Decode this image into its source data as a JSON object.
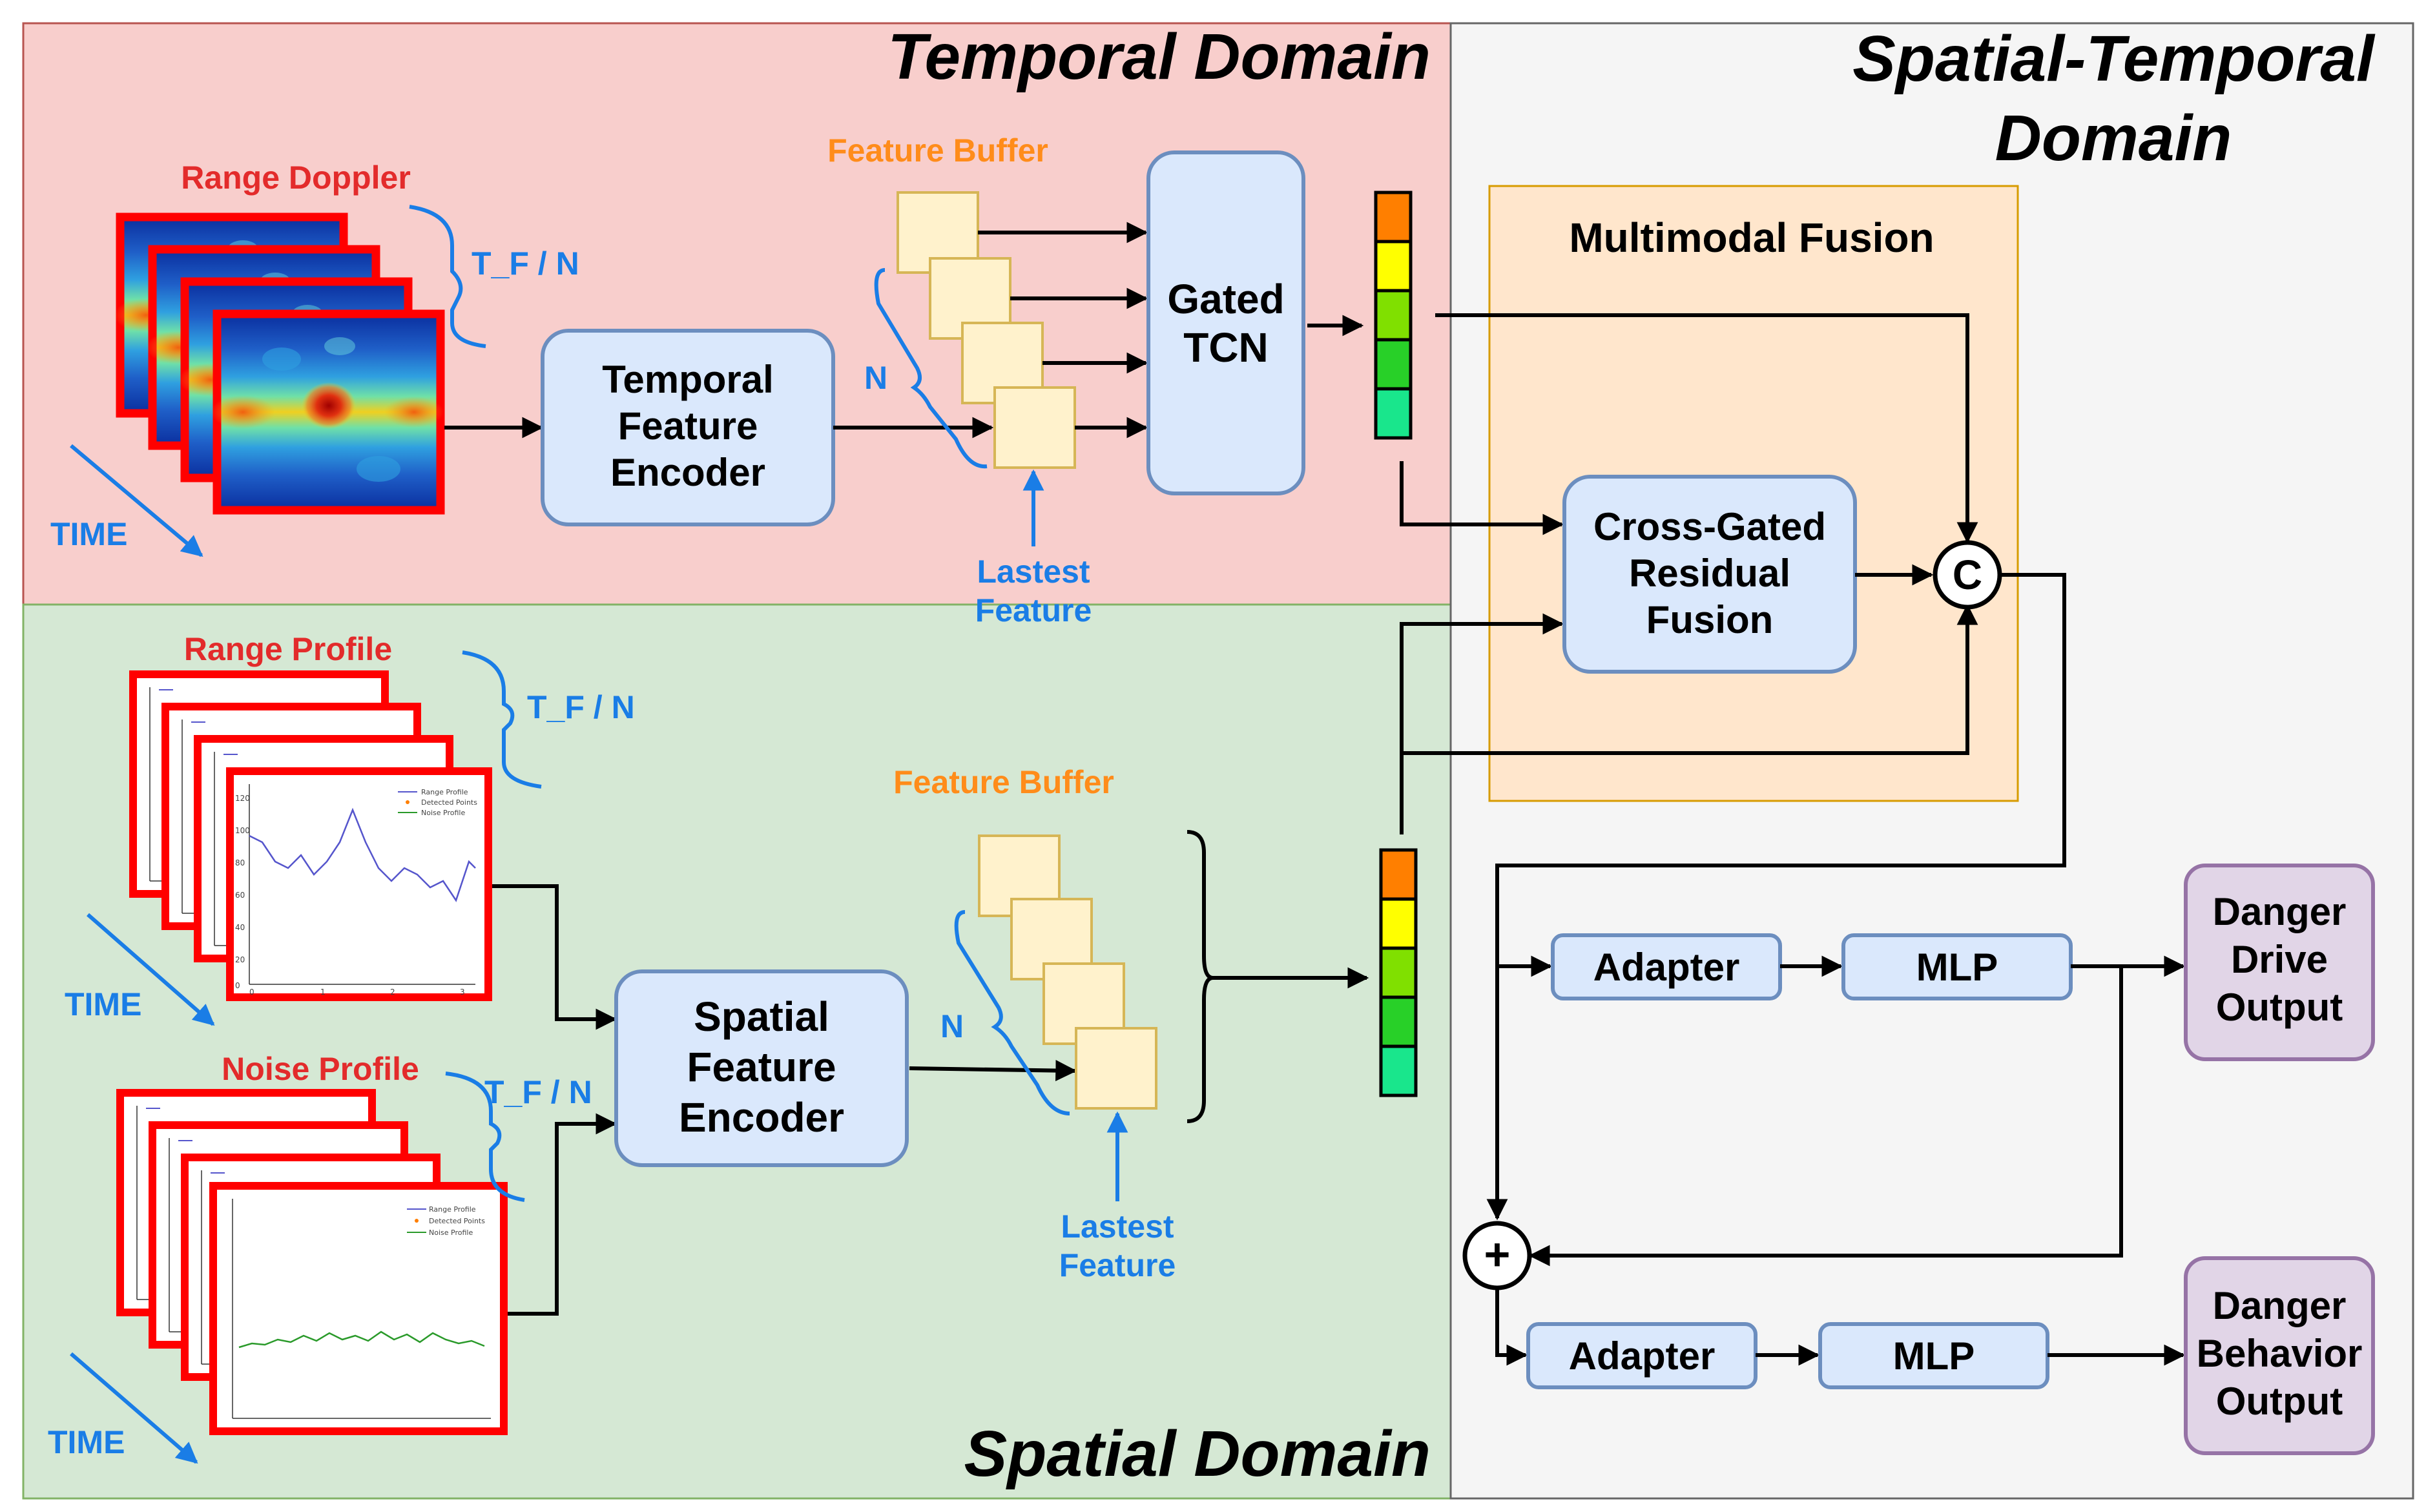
{
  "domains": {
    "temporal": "Temporal Domain",
    "spatial": "Spatial Domain",
    "spatial_temporal_1": "Spatial-Temporal",
    "spatial_temporal_2": "Domain"
  },
  "inputs": {
    "range_doppler": "Range Doppler",
    "range_profile": "Range Profile",
    "noise_profile": "Noise Profile",
    "time": "TIME",
    "tf_n": "T_F / N",
    "n": "N"
  },
  "plot_legend": {
    "range_profile": "Range Profile",
    "detected_points": "Detected Points",
    "noise_profile": "Noise Profile"
  },
  "plot_ticks": {
    "y": [
      "120",
      "100",
      "80",
      "60",
      "40",
      "20",
      "0"
    ],
    "x": [
      "0",
      "1",
      "2",
      "3"
    ]
  },
  "blocks": {
    "temporal_encoder": [
      "Temporal",
      "Feature",
      "Encoder"
    ],
    "spatial_encoder": [
      "Spatial",
      "Feature",
      "Encoder"
    ],
    "gated_tcn": [
      "Gated",
      "TCN"
    ],
    "feature_buffer": "Feature Buffer",
    "lastest_feature": [
      "Lastest",
      "Feature"
    ],
    "multimodal_fusion": "Multimodal Fusion",
    "cross_gated": [
      "Cross-Gated",
      "Residual",
      "Fusion"
    ],
    "concat_symbol": "C",
    "add_symbol": "+",
    "adapter": "Adapter",
    "mlp": "MLP",
    "drive_output": [
      "Danger",
      "Drive",
      "Output"
    ],
    "behavior_output": [
      "Danger",
      "Behavior",
      "Output"
    ]
  },
  "colors": {
    "temporal_bg": "#f8cecc",
    "spatial_bg": "#d5e8d4",
    "st_bg": "#f5f5f5",
    "fusion_bg": "#ffe6cc",
    "block_fill": "#dae8fc",
    "block_stroke": "#6c8ebf",
    "buffer_fill": "#fff2cc",
    "buffer_stroke": "#d6b656",
    "output_fill": "#e1d5e7",
    "output_stroke": "#9673a6",
    "label_red": "#e32b2b",
    "label_blue": "#1a7de6",
    "label_orange": "#ff8c1a",
    "vector_cells": [
      "#ff7f00",
      "#ffff00",
      "#80e000",
      "#28d028",
      "#19e68c"
    ]
  }
}
